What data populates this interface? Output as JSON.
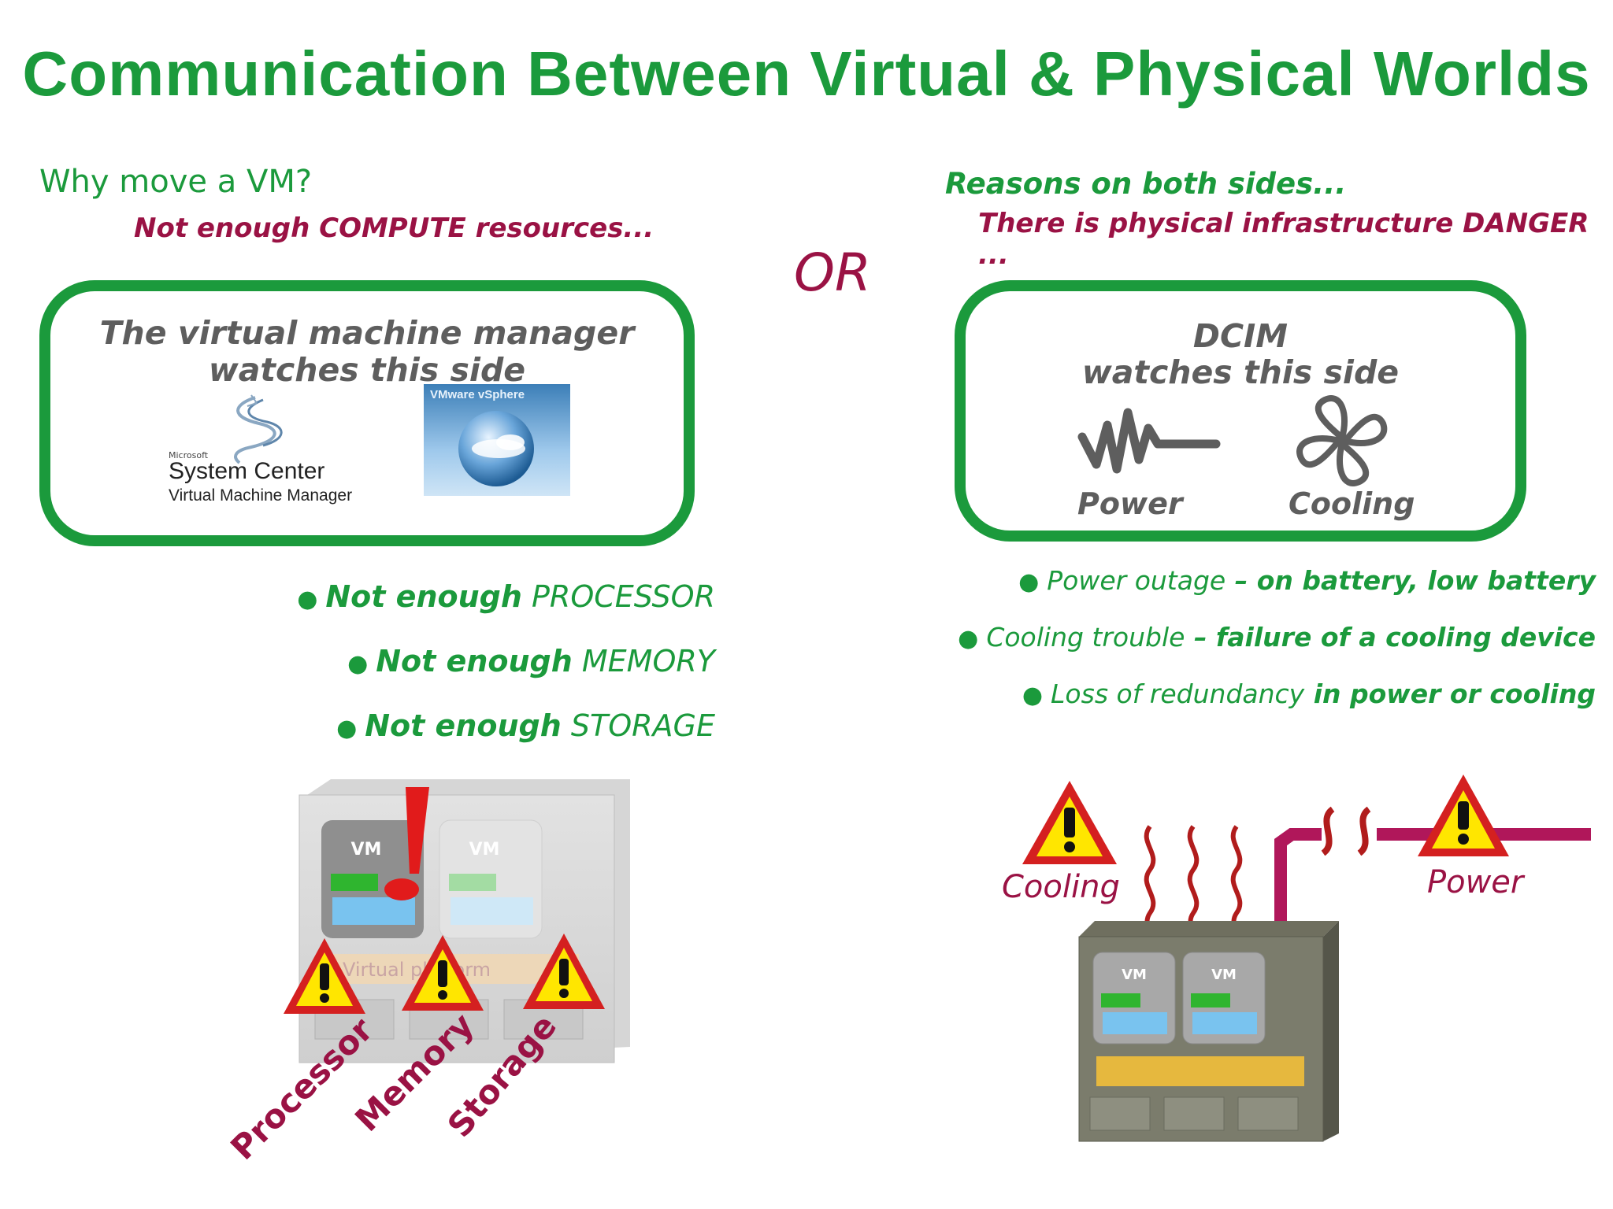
{
  "title": "Communication Between Virtual & Physical Worlds",
  "left": {
    "question": "Why move a VM?",
    "reason": "Not enough COMPUTE resources...",
    "box_line1": "The virtual machine manager",
    "box_line2": "watches this side",
    "logo_scvmm_small": "Microsoft",
    "logo_scvmm_big": "System Center",
    "logo_scvmm_sub": "Virtual Machine Manager",
    "logo_vsphere": "VMware vSphere",
    "bullets": [
      {
        "bold": "Not enough",
        "rest": "PROCESSOR"
      },
      {
        "bold": "Not enough",
        "rest": "MEMORY"
      },
      {
        "bold": "Not enough",
        "rest": "STORAGE"
      }
    ],
    "diagram_labels": {
      "processor": "Processor",
      "memory": "Memory",
      "storage": "Storage",
      "vm": "VM",
      "platform": "Virtual platform"
    }
  },
  "or_label": "OR",
  "right": {
    "heading": "Reasons on both sides...",
    "reason": "There is physical infrastructure DANGER ...",
    "box_line1": "DCIM",
    "box_line2": "watches this side",
    "icon_power_label": "Power",
    "icon_cooling_label": "Cooling",
    "bullets": [
      {
        "text": "Power outage",
        "bold": " – on battery, low battery"
      },
      {
        "text": "Cooling trouble",
        "bold": " – failure of a cooling device"
      },
      {
        "text": "Loss of redundancy",
        "bold": " in power or cooling"
      }
    ],
    "diagram_labels": {
      "cooling": "Cooling",
      "power": "Power",
      "vm": "VM"
    }
  },
  "colors": {
    "green": "#1b9a3c",
    "maroon": "#9a1244",
    "gray_text": "#5e5e5e",
    "warning_yellow": "#ffe600",
    "warning_red": "#d42020"
  }
}
